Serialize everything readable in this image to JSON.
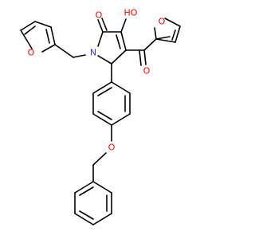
{
  "molecule": {
    "colors": {
      "bond": "#000000",
      "oxygen": "#ff0000",
      "nitrogen": "#3333ff",
      "background": "#ffffff"
    },
    "atom_labels": [
      {
        "id": "o-furan-left",
        "text": "O",
        "element": "oxygen"
      },
      {
        "id": "o-carbonyl-lactam",
        "text": "O",
        "element": "oxygen"
      },
      {
        "id": "o-hydroxyl",
        "text": "HO",
        "element": "oxygen"
      },
      {
        "id": "o-furan-right",
        "text": "O",
        "element": "oxygen"
      },
      {
        "id": "o-ketone",
        "text": "O",
        "element": "oxygen"
      },
      {
        "id": "n-pyrrolone",
        "text": "N",
        "element": "nitrogen"
      },
      {
        "id": "o-ether",
        "text": "O",
        "element": "oxygen"
      }
    ]
  }
}
